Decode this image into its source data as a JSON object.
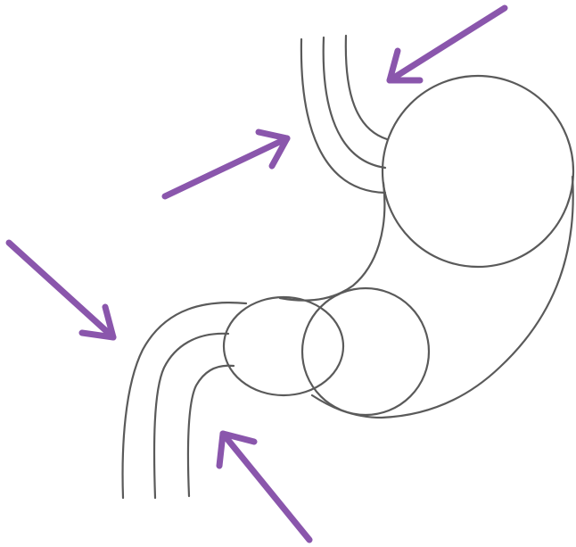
{
  "colors": {
    "outline": "#5a5a5a",
    "arrow": "#8a56ac",
    "background": "#ffffff"
  },
  "diagram": {
    "subject": "stomach-outline",
    "parts": [
      "esophagus-tube",
      "fundus-circle",
      "stomach-body",
      "antrum-circle",
      "pylorus-ellipse",
      "duodenum-tube"
    ],
    "arrows": [
      {
        "name": "arrow-top-right",
        "direction": "down-left"
      },
      {
        "name": "arrow-upper-left",
        "direction": "up-right"
      },
      {
        "name": "arrow-mid-left",
        "direction": "down-right"
      },
      {
        "name": "arrow-bottom",
        "direction": "up-left"
      }
    ]
  }
}
